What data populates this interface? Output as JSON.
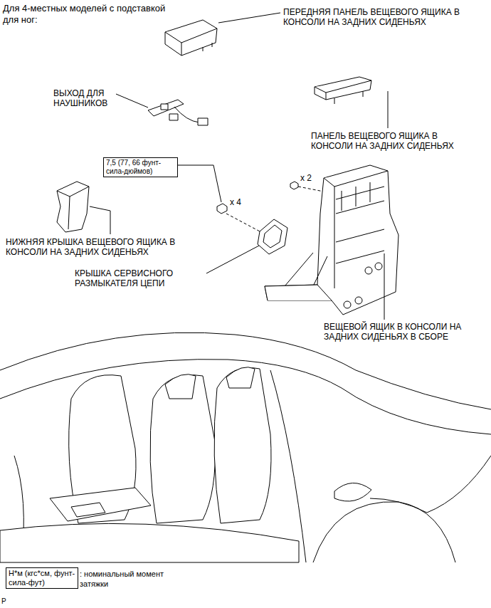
{
  "diagram": {
    "title": "Для 4-местных моделей с подставкой для ног:",
    "nodes": [
      {
        "text": [
          "7,5 (77, 66 фунт-сила-дюймов)"
        ]
      },
      {
        "text": [
          "Н*м (кгс*см, фунт-сила-фут)"
        ]
      }
    ],
    "labels": [
      "ПЕРЕДНЯЯ ПАНЕЛЬ ВЕЩЕВОГО ЯЩИКА В КОНСОЛИ НА ЗАДНИХ СИДЕНЬЯХ",
      "ВЫХОД ДЛЯ НАУШНИКОВ",
      "ПАНЕЛЬ ВЕЩЕВОГО ЯЩИКА В КОНСОЛИ НА ЗАДНИХ СИДЕНЬЯХ",
      "x 2",
      "x 4",
      "НИЖНЯЯ КРЫШКА ВЕЩЕВОГО ЯЩИКА В КОНСОЛИ НА ЗАДНИХ СИДЕНЬЯХ",
      "КРЫШКА СЕРВИСНОГО РАЗМЫКАТЕЛЯ ЦЕПИ",
      "ВЕЩЕВОЙ ЯЩИК В КОНСОЛИ НА ЗАДНИХ СИДЕНЬЯХ В СБОРЕ",
      ": номинальный момент затяжки",
      "P"
    ]
  }
}
